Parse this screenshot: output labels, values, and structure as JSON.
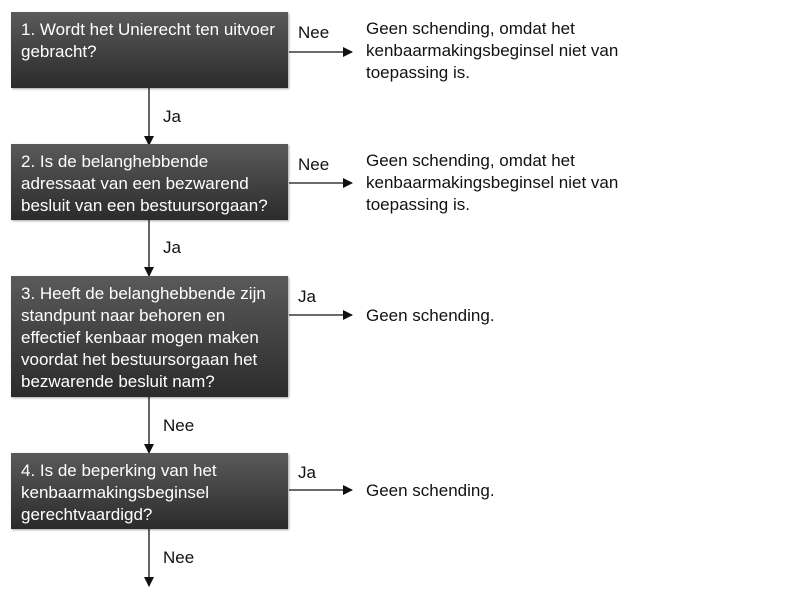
{
  "flowchart": {
    "steps": [
      {
        "question": "1. Wordt het Unierecht ten uitvoer gebracht?",
        "side_label": "Nee",
        "result": "Geen schending, omdat het kenbaarmakingsbeginsel niet van toepassing is.",
        "down_label": "Ja"
      },
      {
        "question": "2. Is de belanghebbende adressaat van een bezwarend besluit van een bestuursorgaan?",
        "side_label": "Nee",
        "result": "Geen schending, omdat het kenbaarmakingsbeginsel niet van toepassing is.",
        "down_label": "Ja"
      },
      {
        "question": "3. Heeft de belanghebbende zijn standpunt naar behoren en effectief kenbaar mogen maken voordat het bestuursorgaan het bezwarende besluit nam?",
        "side_label": "Ja",
        "result": "Geen schending.",
        "down_label": "Nee"
      },
      {
        "question": "4. Is de beperking van het kenbaarmakingsbeginsel gerechtvaardigd?",
        "side_label": "Ja",
        "result": "Geen schending.",
        "down_label": "Nee"
      }
    ]
  },
  "colors": {
    "box_top": "#5a5a5a",
    "box_bottom": "#2b2b2b",
    "box_text": "#ffffff",
    "line": "#111111"
  }
}
